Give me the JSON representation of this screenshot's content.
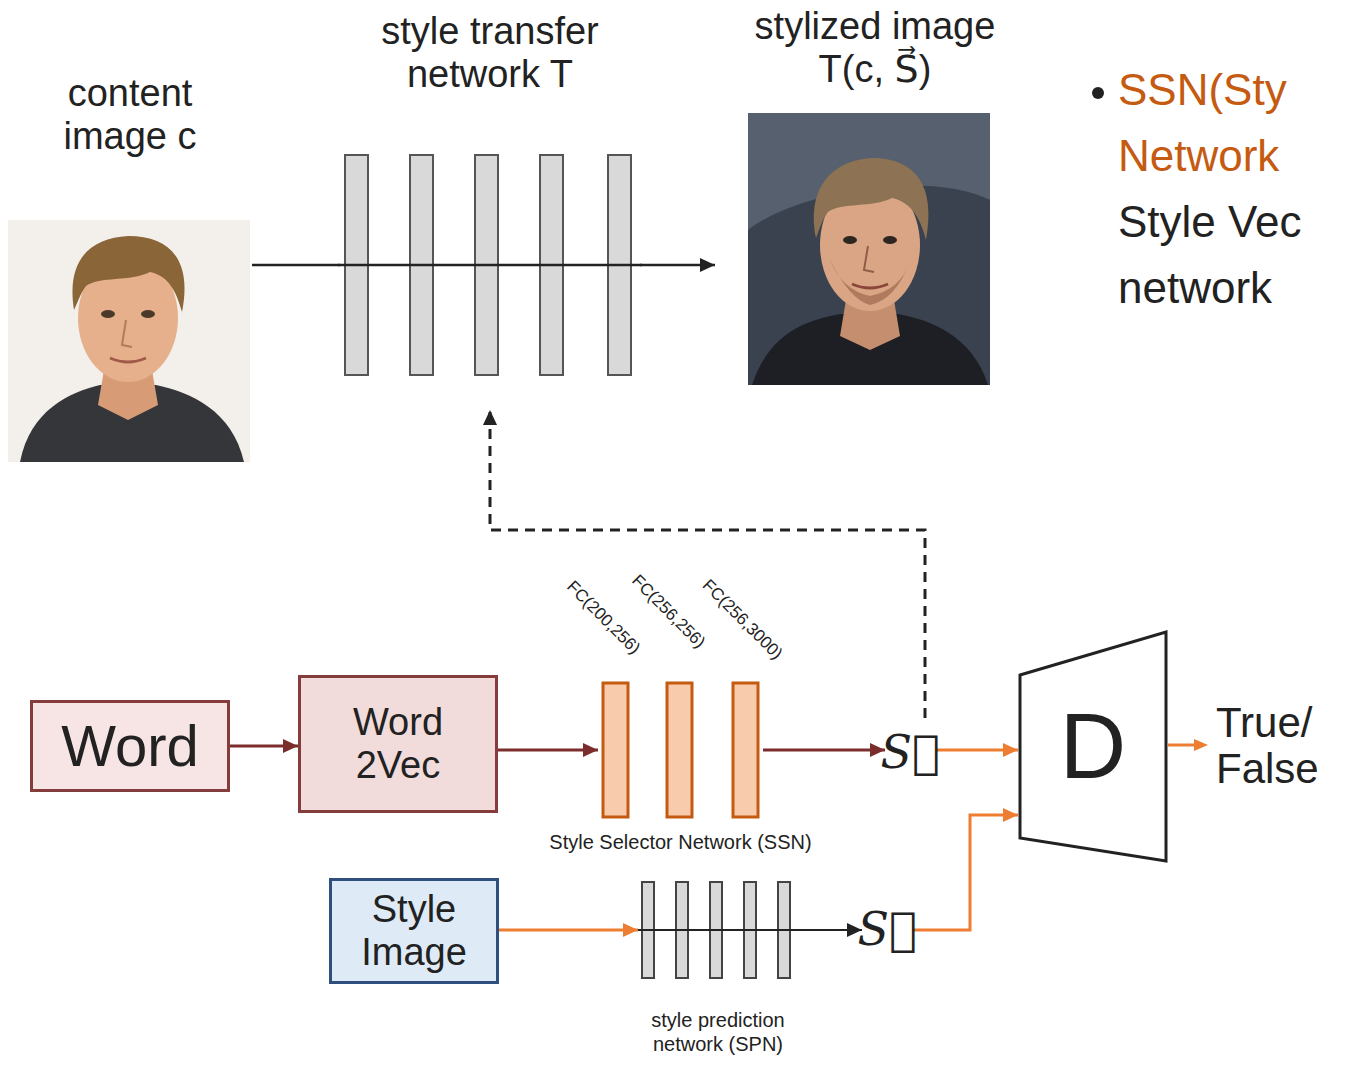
{
  "diagram": {
    "nodes": [
      {
        "text": [
          "content image c"
        ]
      },
      {
        "text": [
          "style transfer network T"
        ]
      },
      {
        "text": [
          "stylized image T(c, S⃗)"
        ]
      },
      {
        "text": [
          "Word"
        ]
      },
      {
        "text": [
          "Word 2Vec"
        ]
      },
      {
        "text": [
          "Style Selector Network (SSN)"
        ]
      },
      {
        "text": [
          "S⃗"
        ]
      },
      {
        "text": [
          "D"
        ]
      },
      {
        "text": [
          "Style Image"
        ]
      },
      {
        "text": [
          "style prediction network (SPN)"
        ]
      },
      {
        "text": [
          "S⃗"
        ]
      }
    ],
    "edges": [
      {
        "from": 0,
        "to": 1,
        "arrow": "none"
      },
      {
        "from": 1,
        "to": 2,
        "arrow": "to"
      },
      {
        "from": 3,
        "to": 4,
        "arrow": "to"
      },
      {
        "from": 4,
        "to": 5,
        "arrow": "to"
      },
      {
        "from": 5,
        "to": 6,
        "arrow": "to"
      },
      {
        "from": 6,
        "to": 1,
        "arrow": "to"
      },
      {
        "from": 6,
        "to": 7,
        "arrow": "to"
      },
      {
        "from": 8,
        "to": 9,
        "arrow": "to"
      },
      {
        "from": 9,
        "to": 10,
        "arrow": "to"
      },
      {
        "from": 10,
        "to": 7,
        "arrow": "to"
      }
    ],
    "labels": [
      "SSN(Sty",
      "Network",
      "Style Vec",
      "network",
      "FC(200,256)",
      "FC(256,256)",
      "FC(256,3000)",
      "True/ False"
    ]
  }
}
